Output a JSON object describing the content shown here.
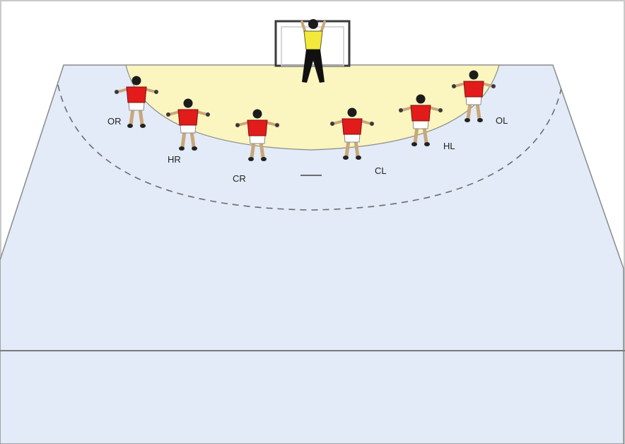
{
  "colors": {
    "court": "#e2ebf7",
    "goal_area": "#fbf5bf",
    "line": "#6b6b6b",
    "defender_shirt": "#e21b1b",
    "defender_shorts": "#ffffff",
    "goalkeeper_shirt": "#f2e93c",
    "goalkeeper_shorts": "#111111",
    "skin": "#c9a77a",
    "hair": "#1c1c1c"
  },
  "positions": {
    "or": "OR",
    "hr": "HR",
    "cr": "CR",
    "cl": "CL",
    "hl": "HL",
    "ol": "OL"
  }
}
